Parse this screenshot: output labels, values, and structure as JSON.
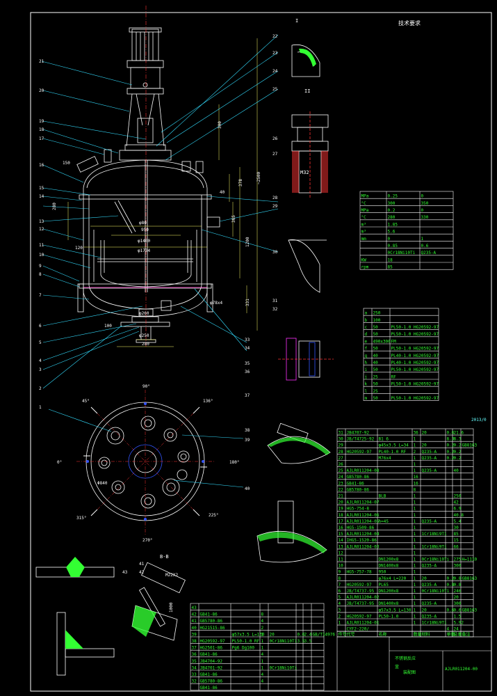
{
  "drawing": {
    "drawing_number": "AJLR011204-00",
    "title_line1": "不锈钢反应",
    "title_line2": "釜",
    "title_line3": "装配图",
    "tech_req_title": "技术要求",
    "section_I": "I",
    "section_II": "II",
    "section_BB": "B-B",
    "stamp": "2013/0"
  },
  "callouts": [
    "1",
    "2",
    "3",
    "4",
    "5",
    "6",
    "7",
    "8",
    "9",
    "10",
    "11",
    "12",
    "13",
    "14",
    "15",
    "16",
    "17",
    "18",
    "19",
    "20",
    "21",
    "22",
    "23",
    "24",
    "25",
    "26",
    "27",
    "28",
    "29",
    "30",
    "31",
    "32",
    "33",
    "34",
    "35",
    "36",
    "37",
    "38",
    "39",
    "40",
    "41",
    "42",
    "43"
  ],
  "dims": {
    "d150": "150",
    "d280": "280",
    "d120": "120",
    "d950": "950",
    "phi1400": "φ1400",
    "phi1734": "φ1734",
    "phi260": "φ260",
    "phi250": "φ250",
    "d300": "300",
    "d378": "378",
    "d365": "365",
    "d1200": "1200",
    "d331": "331",
    "d2500": "~2500",
    "d100": "100",
    "d40": "40",
    "phi80": "φ80",
    "phi78": "φ78x4",
    "m32": "M32",
    "phi840": "Φ840",
    "d1000": "1000",
    "m22": "M22X2",
    "ang_90": "90°",
    "ang_45": "45°",
    "ang_136": "136°",
    "ang_0": "0°",
    "ang_180": "180°",
    "ang_315": "315°",
    "ang_225": "225°",
    "ang_270": "270°"
  },
  "spec_table": {
    "rows": [
      [
        "MPa",
        "0.25",
        "0"
      ],
      [
        "°C",
        "300",
        "350"
      ],
      [
        "MPa",
        "0.2",
        "0"
      ],
      [
        "°C",
        "280",
        "330"
      ],
      [
        "m³",
        "1.85",
        ""
      ],
      [
        "m³",
        "5.6",
        ""
      ],
      [
        "mm",
        "0",
        "1"
      ],
      [
        "",
        "0.85",
        "0.6"
      ],
      [
        "",
        "0Cr18Ni10Ti",
        "Q235-A"
      ],
      [
        "KW",
        "18",
        ""
      ],
      [
        "rpm",
        "85",
        ""
      ]
    ]
  },
  "nozzle_table": {
    "rows": [
      [
        "a",
        "250",
        ""
      ],
      [
        "b",
        "100",
        ""
      ],
      [
        "c",
        "50",
        "PL50-1.0 HG20592-97"
      ],
      [
        "d",
        "50",
        "PL50-1.0 HG20592-97"
      ],
      [
        "e",
        "490x300",
        "FM"
      ],
      [
        "f",
        "50",
        "PL50-1.0 HG20592-97"
      ],
      [
        "g",
        "40",
        "PL40-1.0 HG20592-97"
      ],
      [
        "h",
        "40",
        "PL40-1.0 HG20592-97"
      ],
      [
        "i",
        "50",
        "PL50-1.0 HG20592-97"
      ],
      [
        "j",
        "25",
        "RF"
      ],
      [
        "k",
        "50",
        "PL50-1.0 HG20592-97"
      ],
      [
        "l",
        "25",
        ""
      ],
      [
        "m",
        "50",
        "PL50-1.0 HG20592-97"
      ]
    ]
  },
  "parts_right": {
    "rows": [
      [
        "31",
        "JB4707-92",
        "",
        "36",
        "20",
        "0.6",
        "21.6",
        ""
      ],
      [
        "30",
        "JB/T4725-92",
        "B1 6",
        "1",
        "",
        "8.3",
        "8.3",
        ""
      ],
      [
        "29",
        "",
        "φ45x3.5 L=34",
        "1",
        "20",
        "0.2",
        "0.2",
        "GB8163"
      ],
      [
        "28",
        "HG20592-97",
        "PL40-1.0 RF",
        "2",
        "Q235-A",
        "0.2",
        "0.2",
        ""
      ],
      [
        "27",
        "",
        "M76x4",
        "1",
        "Q235-A",
        "0.2",
        "0.2",
        ""
      ],
      [
        "26",
        "",
        "",
        "1",
        "",
        "",
        "",
        ""
      ],
      [
        "25",
        "AJLR011204-08",
        "",
        "1",
        "Q235-A",
        "",
        "40",
        ""
      ],
      [
        "24",
        "GB5780-86",
        "",
        "16",
        "",
        "",
        "",
        ""
      ],
      [
        "23",
        "GB41-86",
        "",
        "16",
        "",
        "",
        "",
        ""
      ],
      [
        "22",
        "GB5780-86",
        "",
        "8",
        "",
        "",
        "",
        ""
      ],
      [
        "21",
        "",
        "BLB",
        "1",
        "",
        "",
        "250",
        ""
      ],
      [
        "20",
        "AJLR011204-07",
        "",
        "1",
        "",
        "",
        "42",
        ""
      ],
      [
        "19",
        "HG5-754-8",
        "",
        "1",
        "",
        "",
        "6.9",
        ""
      ],
      [
        "18",
        "AJLR011204-06",
        "",
        "1",
        "",
        "",
        "40.8",
        ""
      ],
      [
        "17",
        "AJLR011204-05",
        "h=45",
        "1",
        "Q235-A",
        "",
        "5.4",
        ""
      ],
      [
        "16",
        "HG5-1509-86",
        "",
        "1",
        "",
        "",
        "30",
        ""
      ],
      [
        "15",
        "AJLR011204-04",
        "",
        "1",
        "1Cr18Ni9Ti",
        "",
        "85",
        ""
      ],
      [
        "14",
        "IHG5-1520-86",
        "",
        "1",
        "",
        "",
        "15",
        ""
      ],
      [
        "13",
        "AJLR011204-03",
        "",
        "1",
        "1Cr18Ni9Ti",
        "",
        "66",
        ""
      ],
      [
        "12",
        "",
        "",
        "1",
        "",
        "",
        "",
        ""
      ],
      [
        "11",
        "",
        "DN1200x8",
        "1",
        "0Cr18Ni10Ti",
        "",
        "275",
        "H=1110"
      ],
      [
        "10",
        "",
        "DN1400x8",
        "1",
        "Q235-A",
        "",
        "300",
        ""
      ],
      [
        "9",
        "HG5-757-78",
        "950",
        "1",
        "",
        "",
        "",
        ""
      ],
      [
        "8",
        "",
        "φ76x4 L=220",
        "1",
        "20",
        "0.2",
        "0.8",
        "GB8163"
      ],
      [
        "7",
        "HG20592-97",
        "PL65",
        "1",
        "Q235-A",
        "0.8",
        "0.8",
        ""
      ],
      [
        "6",
        "JB/T4737-95",
        "DN1200x8",
        "1",
        "0Cr18Ni10Ti",
        "",
        "246",
        ""
      ],
      [
        "5",
        "AJLR011204-02",
        "",
        "1",
        "",
        "",
        "20",
        ""
      ],
      [
        "4",
        "JB/T4737-95",
        "DN1400x8",
        "1",
        "Q235-A",
        "",
        "300",
        ""
      ],
      [
        "3",
        "",
        "φ57x3.5 L=130",
        "1",
        "20",
        "0.6",
        "0.6",
        "GB8163"
      ],
      [
        "2",
        "HG20592-97",
        "PL50-1.0",
        "1",
        "Q235-A",
        "",
        "1.5",
        ""
      ],
      [
        "1",
        "AJLR011204-01",
        "",
        "1",
        "1Cr18Ni9Ti",
        "",
        "5.92",
        ""
      ],
      [
        "",
        "CYF2-220/",
        "",
        "",
        "",
        "4",
        "24",
        ""
      ]
    ]
  },
  "parts_left": {
    "rows": [
      [
        "43",
        "",
        "",
        "",
        "",
        "",
        "",
        ""
      ],
      [
        "42",
        "GB41-86",
        "",
        "8",
        "",
        "",
        "",
        ""
      ],
      [
        "41",
        "GB5780-86",
        "",
        "4",
        "",
        "",
        "",
        ""
      ],
      [
        "40",
        "HG21515-86",
        "",
        "2",
        "",
        "",
        "",
        ""
      ],
      [
        "39",
        "",
        "φ57x3.5 L=130",
        "1",
        "20",
        "0.6",
        "2.4",
        "GB/T14976"
      ],
      [
        "38",
        "HG20592-97",
        "PL50-1.0 RF",
        "1",
        "0Cr18Ni10Ti",
        "3.5",
        "3.5",
        ""
      ],
      [
        "37",
        "HG2501-86",
        "Pg6 Dg100",
        "1",
        "",
        "",
        "",
        ""
      ],
      [
        "36",
        "GB41-86",
        "",
        "4",
        "",
        "",
        "",
        ""
      ],
      [
        "35",
        "JB4704-92",
        "",
        "1",
        "",
        "",
        "",
        ""
      ],
      [
        "34",
        "JB4701-92",
        "",
        "1",
        "0Cr18Ni10Ti",
        "",
        "",
        ""
      ],
      [
        "33",
        "GB41-86",
        "",
        "4",
        "",
        "",
        "",
        ""
      ],
      [
        "32",
        "GB5780-86",
        "",
        "4",
        "",
        "",
        "",
        ""
      ],
      [
        "",
        "GB41-86",
        "",
        "",
        "",
        "",
        "",
        ""
      ]
    ]
  },
  "table_footer": [
    "件号",
    "代号",
    "名称",
    "数量",
    "材料",
    "单重",
    "总重",
    "备注"
  ],
  "colors": {
    "bg": "#000000",
    "line": "#ffffff",
    "center": "#ff3333",
    "leader": "#33ddff",
    "weld": "#33ff33",
    "dim": "#ffff66",
    "blue": "#3355ff"
  }
}
